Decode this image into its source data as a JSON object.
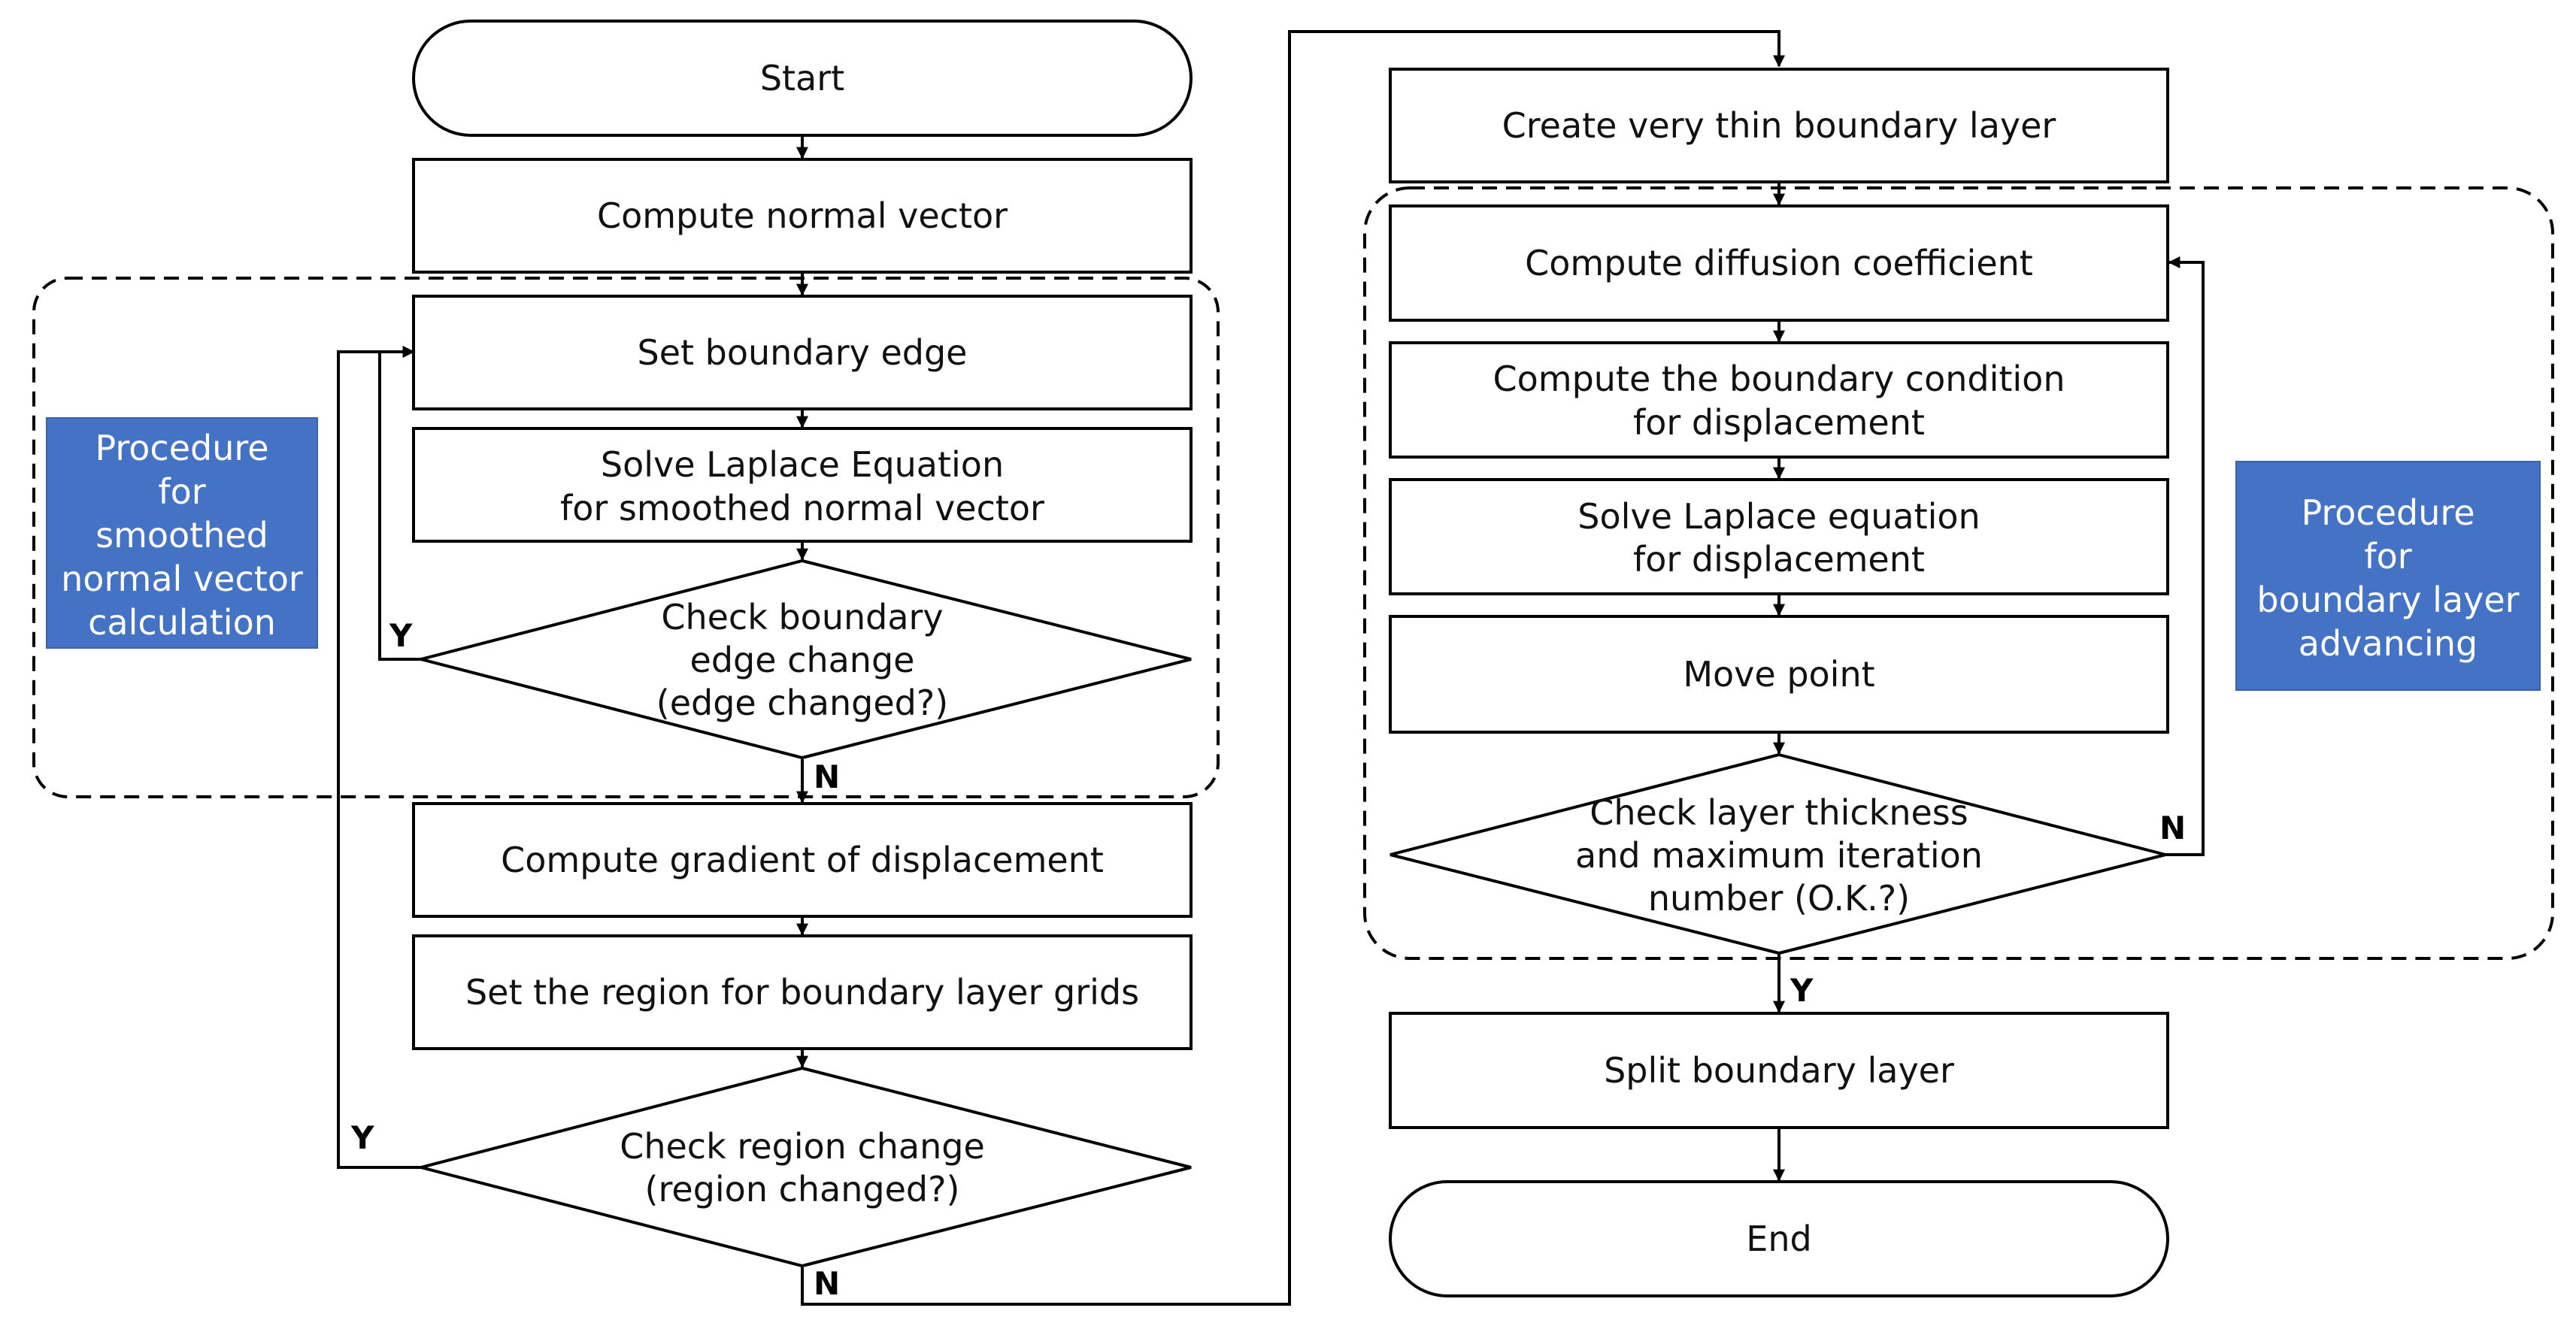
{
  "nodes": {
    "start": "Start",
    "compute_normal": "Compute normal vector",
    "set_boundary_edge": "Set boundary edge",
    "solve_laplace_normal": [
      "Solve Laplace Equation",
      "for smoothed normal vector"
    ],
    "check_edge": [
      "Check boundary",
      "edge change",
      "(edge changed?)"
    ],
    "compute_gradient": "Compute gradient of displacement",
    "set_region": "Set the region for boundary layer grids",
    "check_region": [
      "Check region change",
      "(region changed?)"
    ],
    "create_thin_layer": "Create very thin boundary layer",
    "compute_diffusion": "Compute diffusion coefficient",
    "compute_bc": [
      "Compute the boundary condition",
      "for displacement"
    ],
    "solve_laplace_disp": [
      "Solve Laplace equation",
      "for displacement"
    ],
    "move_point": "Move point",
    "check_thickness": [
      "Check layer thickness",
      "and maximum iteration",
      "number (O.K.?)"
    ],
    "split_layer": "Split boundary layer",
    "end": "End"
  },
  "branch_labels": {
    "edge_yes": "Y",
    "edge_no": "N",
    "region_yes": "Y",
    "region_no": "N",
    "thickness_no": "N",
    "thickness_yes": "Y"
  },
  "groups": {
    "smoothed_normal": [
      "Procedure",
      "for",
      "smoothed",
      "normal vector",
      "calculation"
    ],
    "layer_advancing": [
      "Procedure",
      "for",
      "boundary layer",
      "advancing"
    ]
  },
  "colors": {
    "note_fill": "#4472C4",
    "note_text": "#ffffff",
    "stroke": "#000000"
  }
}
